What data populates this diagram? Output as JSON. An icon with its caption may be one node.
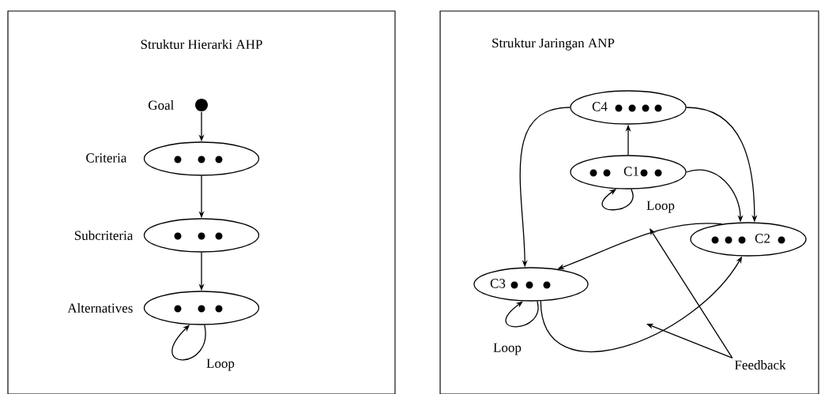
{
  "diagram": {
    "nodes": [
      {
        "text": [
          "Struktur Hierarki AHP"
        ]
      },
      {
        "text": [],
        "shape": "circle",
        "beside": [
          "Goal"
        ],
        "in": 0
      },
      {
        "text": [
          "Criteria"
        ],
        "in": 0
      },
      {
        "text": [
          "Subcriteria"
        ],
        "in": 0
      },
      {
        "text": [
          "Alternatives"
        ],
        "in": 0
      },
      {
        "text": [
          "Struktur Jaringan ANP"
        ]
      },
      {
        "text": [
          "C4"
        ],
        "in": 5
      },
      {
        "text": [
          "C1"
        ],
        "in": 5
      },
      {
        "text": [
          "C2"
        ],
        "in": 5
      },
      {
        "text": [
          "C3"
        ],
        "in": 5
      },
      {
        "text": [
          "Feedback"
        ],
        "in": 5
      }
    ],
    "edges": [
      {
        "from": 1,
        "to": 2,
        "arrow": "to"
      },
      {
        "from": 2,
        "to": 3,
        "arrow": "to"
      },
      {
        "from": 3,
        "to": 4,
        "arrow": "to"
      },
      {
        "from": 4,
        "to": 4,
        "arrow": "to",
        "label": "Loop"
      },
      {
        "from": 7,
        "to": 6,
        "arrow": "to"
      },
      {
        "from": 6,
        "to": 9,
        "arrow": "to"
      },
      {
        "from": 6,
        "to": 8,
        "arrow": "to"
      },
      {
        "from": 7,
        "to": 8,
        "arrow": "to"
      },
      {
        "from": 7,
        "to": 7,
        "arrow": "to",
        "label": "Loop"
      },
      {
        "from": 8,
        "to": 9,
        "arrow": "to"
      },
      {
        "from": 9,
        "to": 8,
        "arrow": "to"
      },
      {
        "from": 9,
        "to": 9,
        "arrow": "to",
        "label": "Loop"
      },
      {
        "from": 10,
        "to": null,
        "arrow": "to"
      },
      {
        "from": 10,
        "to": null,
        "arrow": "to"
      }
    ]
  }
}
